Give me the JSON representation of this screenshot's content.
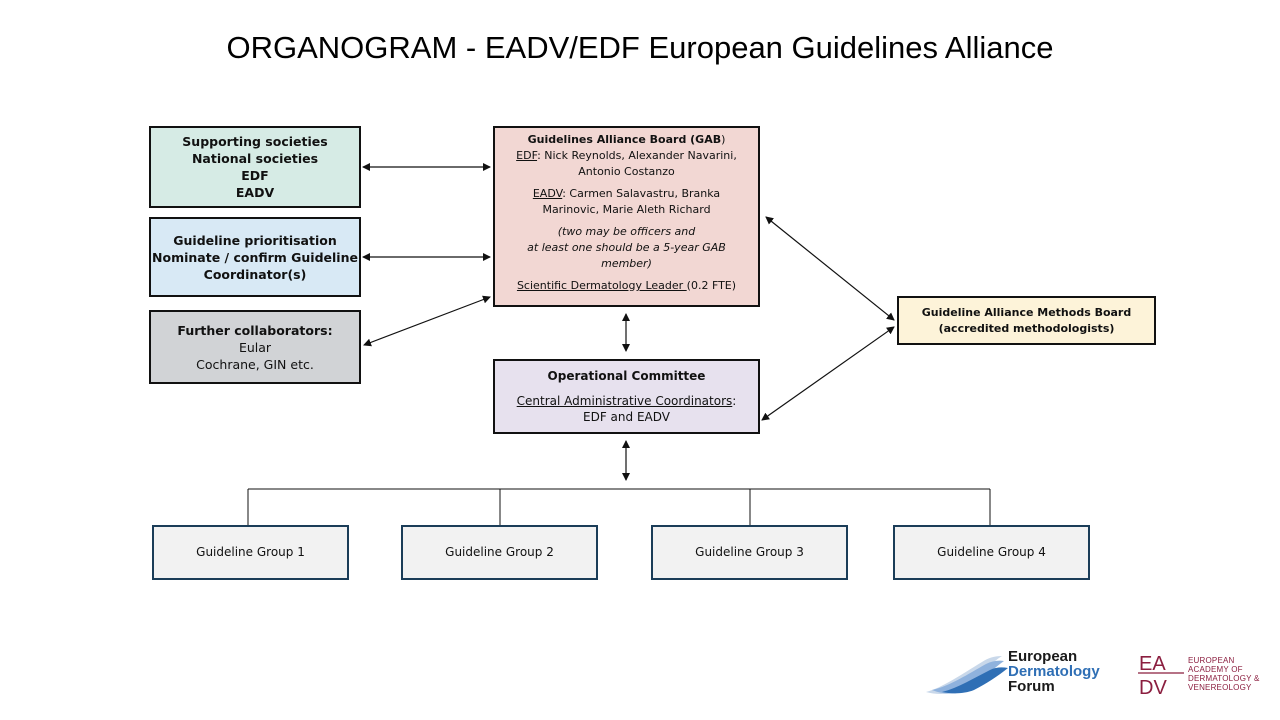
{
  "title": "ORGANOGRAM - EADV/EDF European Guidelines Alliance",
  "supporting": {
    "line1": "Supporting societies",
    "line2": "National societies",
    "line3": "EDF",
    "line4": "EADV"
  },
  "prioritisation": {
    "line1": "Guideline prioritisation",
    "line2": "Nominate / confirm Guideline",
    "line3": "Coordinator(s)"
  },
  "collaborators": {
    "heading": "Further collaborators:",
    "line1": "Eular",
    "line2": "Cochrane, GIN etc."
  },
  "gab": {
    "title": "Guidelines Alliance Board (GAB",
    "title_paren": ")",
    "edf_label": "EDF",
    "edf_members": ": Nick Reynolds, Alexander Navarini, Antonio Costanzo",
    "eadv_label": "EADV",
    "eadv_members": ": Carmen Salavastru, Branka Marinovic, Marie Aleth Richard",
    "note1": "(two may be officers and",
    "note2": "at least one should be a 5-year GAB member)",
    "leader_label": "Scientific Dermatology Leader ",
    "leader_fte": "(0.2 FTE)"
  },
  "methods_board": {
    "line1": "Guideline Alliance Methods Board",
    "line2": "(accredited methodologists)"
  },
  "operational": {
    "title": "Operational Committee",
    "coord_label": "Central Administrative Coordinators",
    "coord_colon": ":",
    "coord_value": "EDF and EADV"
  },
  "groups": [
    {
      "label": "Guideline Group 1"
    },
    {
      "label": "Guideline Group 2"
    },
    {
      "label": "Guideline Group 3"
    },
    {
      "label": "Guideline Group 4"
    }
  ],
  "logos": {
    "edf": {
      "line1": "European",
      "line2": "Dermatology",
      "line3": "Forum"
    },
    "eadv": {
      "mark_top": "EA",
      "mark_bottom": "DV",
      "line1": "EUROPEAN",
      "line2": "ACADEMY OF",
      "line3": "DERMATOLOGY &",
      "line4": "VENEREOLOGY"
    }
  },
  "colors": {
    "edf_blue": "#2f6fb5",
    "eadv_red": "#8b1e3f",
    "group_border": "#1b3d58"
  }
}
